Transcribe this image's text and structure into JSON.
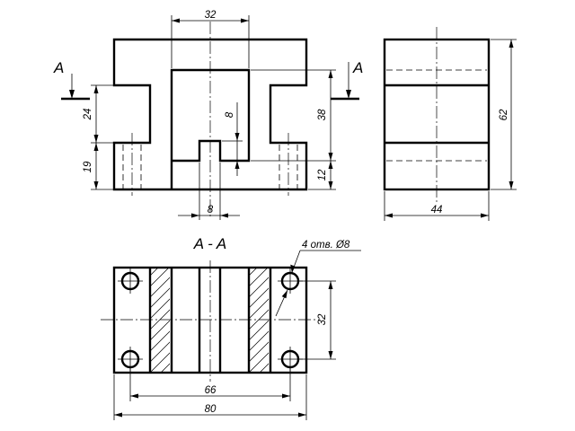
{
  "section": {
    "cut_label": "A",
    "section_title": "A - A"
  },
  "front_view": {
    "dimensions": {
      "slot_width": "32",
      "tongue_height": "8",
      "tongue_width": "8",
      "upper_step": "24",
      "lower_step": "19",
      "slot_depth": "38",
      "slot_base": "12"
    }
  },
  "side_view": {
    "dimensions": {
      "height": "62",
      "depth": "44"
    }
  },
  "section_view": {
    "dimensions": {
      "holes_note": "4 отв. Ø8",
      "hole_spacing_y": "32",
      "hole_spacing_x": "66",
      "width": "80"
    }
  }
}
